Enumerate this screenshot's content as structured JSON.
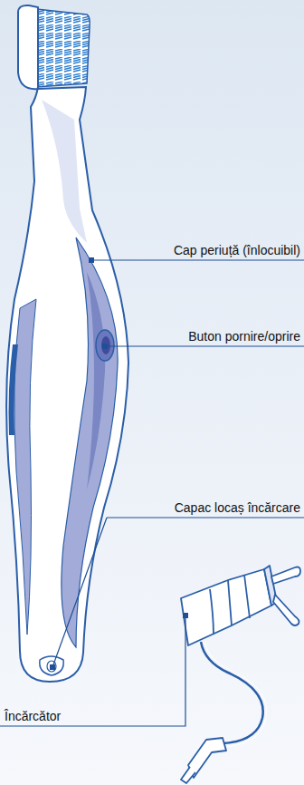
{
  "diagram": {
    "labels": [
      "Cap periuță (înlocuibil)",
      "Buton pornire/oprire",
      "Capac locaș încărcare",
      "Încărcător"
    ]
  }
}
